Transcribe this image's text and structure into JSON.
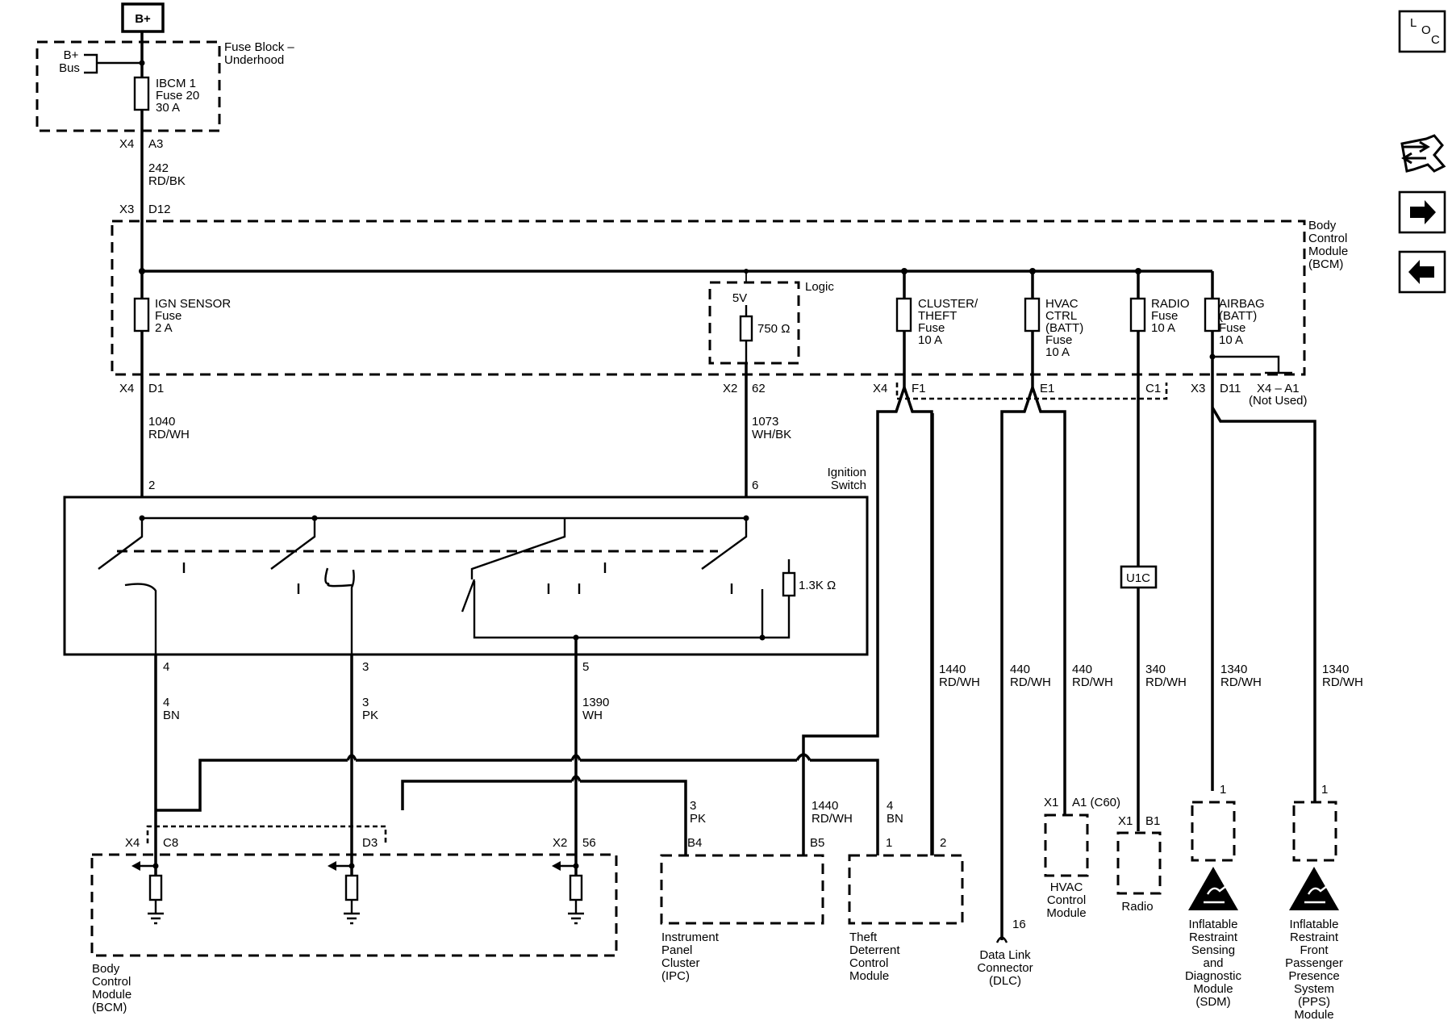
{
  "power": {
    "bplus": "B+"
  },
  "fuse_block": {
    "title_1": "Fuse Block –",
    "title_2": "Underhood",
    "bus_1": "B+",
    "bus_2": "Bus",
    "fuse_name": "IBCM 1",
    "fuse_num": "Fuse 20",
    "fuse_rating": "30 A",
    "conn_x4": "X4",
    "conn_a3": "A3"
  },
  "wire_242": {
    "num": "242",
    "color": "RD/BK"
  },
  "bcm_top": {
    "conn_x3": "X3",
    "conn_d12": "D12",
    "title_1": "Body",
    "title_2": "Control",
    "title_3": "Module",
    "title_4": "(BCM)",
    "logic": "Logic",
    "v5": "5V",
    "r750": "750 Ω",
    "fuses": [
      {
        "l1": "IGN SENSOR",
        "l2": "Fuse",
        "l3": "2 A"
      },
      {
        "l1": "CLUSTER/",
        "l2": "THEFT",
        "l3": "Fuse",
        "l4": "10 A"
      },
      {
        "l1": "HVAC",
        "l2": "CTRL",
        "l3": "(BATT)",
        "l4": "Fuse",
        "l5": "10 A"
      },
      {
        "l1": "RADIO",
        "l2": "Fuse",
        "l3": "10 A"
      },
      {
        "l1": "AIRBAG",
        "l2": "(BATT)",
        "l3": "Fuse",
        "l4": "10 A"
      }
    ],
    "pins": {
      "x4": "X4",
      "d1": "D1",
      "x2": "X2",
      "p62": "62",
      "x4b": "X4",
      "f1": "F1",
      "e1": "E1",
      "c1": "C1",
      "x3": "X3",
      "d11": "D11",
      "nu_1": "X4 – A1",
      "nu_2": "(Not Used)"
    }
  },
  "wires_mid": {
    "w1040_num": "1040",
    "w1040_col": "RD/WH",
    "w1073_num": "1073",
    "w1073_col": "WH/BK"
  },
  "ignition": {
    "title_1": "Ignition",
    "title_2": "Switch",
    "pin2": "2",
    "pin6": "6",
    "r13k": "1.3K Ω",
    "pin4": "4",
    "pin3": "3",
    "pin5": "5"
  },
  "wires_low": {
    "w4_num": "4",
    "w4_col": "BN",
    "w3_num": "3",
    "w3_col": "PK",
    "w1390_num": "1390",
    "w1390_col": "WH",
    "w1440_num": "1440",
    "w1440_col": "RD/WH",
    "w440a_num": "440",
    "w440a_col": "RD/WH",
    "w440b_num": "440",
    "w440b_col": "RD/WH",
    "w340_num": "340",
    "w340_col": "RD/WH",
    "w1340a_num": "1340",
    "w1340a_col": "RD/WH",
    "w1340b_num": "1340",
    "w1340b_col": "RD/WH",
    "ipc3_num": "3",
    "ipc3_col": "PK",
    "ipc1440_num": "1440",
    "ipc1440_col": "RD/WH",
    "tdm4_num": "4",
    "tdm4_col": "BN",
    "u1c": "U1C"
  },
  "bcm_bottom": {
    "x4": "X4",
    "c8": "C8",
    "d3": "D3",
    "x2": "X2",
    "p56": "56",
    "title_1": "Body",
    "title_2": "Control",
    "title_3": "Module",
    "title_4": "(BCM)"
  },
  "ipc": {
    "b4": "B4",
    "b5": "B5",
    "t1": "Instrument",
    "t2": "Panel",
    "t3": "Cluster",
    "t4": "(IPC)"
  },
  "tdcm": {
    "p1": "1",
    "p2": "2",
    "t1": "Theft",
    "t2": "Deterrent",
    "t3": "Control",
    "t4": "Module"
  },
  "dlc": {
    "p16": "16",
    "t1": "Data Link",
    "t2": "Connector",
    "t3": "(DLC)"
  },
  "hvac": {
    "x1": "X1",
    "a1": "A1 (C60)",
    "t1": "HVAC",
    "t2": "Control",
    "t3": "Module"
  },
  "radio": {
    "x1": "X1",
    "b1": "B1",
    "t1": "Radio"
  },
  "sdm": {
    "p1": "1",
    "t1": "Inflatable",
    "t2": "Restraint",
    "t3": "Sensing",
    "t4": "and",
    "t5": "Diagnostic",
    "t6": "Module",
    "t7": "(SDM)"
  },
  "pps": {
    "p1": "1",
    "t1": "Inflatable",
    "t2": "Restraint",
    "t3": "Front",
    "t4": "Passenger",
    "t5": "Presence",
    "t6": "System",
    "t7": "(PPS)",
    "t8": "Module"
  },
  "nav": {
    "loc_l": "L",
    "loc_o": "O",
    "loc_c": "C",
    "icons": [
      "loc-icon",
      "connector-icon",
      "arrow-right-icon",
      "arrow-left-icon"
    ]
  }
}
